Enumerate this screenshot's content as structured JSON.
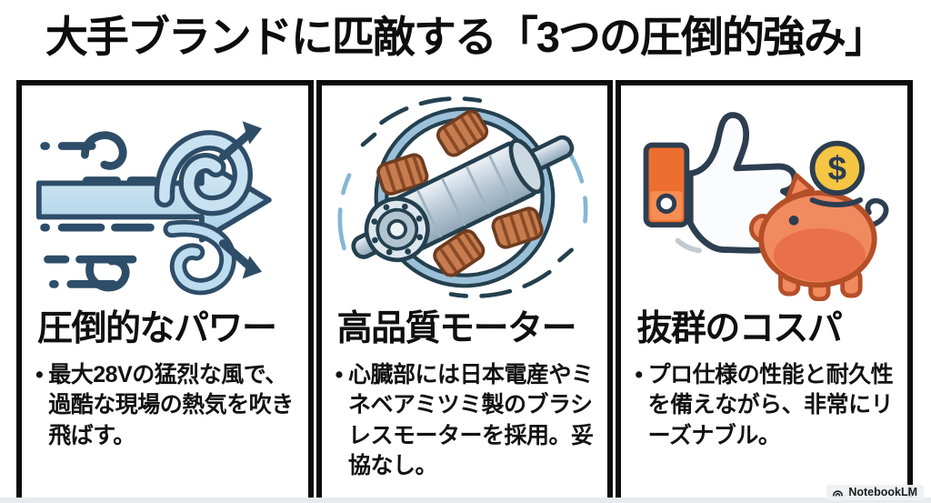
{
  "page": {
    "title": "大手ブランドに匹敵する「3つの圧倒的強み」",
    "watermark": "NotebookLM",
    "bullet_marker": "•"
  },
  "colors": {
    "ink": "#0d0d0d",
    "panel_border": "#0c0c0c",
    "wind_outline": "#2e4d68",
    "wind_fill_light": "#cde4f3",
    "wind_fill_deep": "#a9cfe6",
    "motor_outline": "#24404f",
    "motor_steel": "#b9c9d6",
    "motor_copper": "#c77c4f",
    "hand_outline": "#2d3e50",
    "sleeve_orange": "#ed6f2f",
    "pig_orange": "#f18a5e",
    "pig_outline": "#b44f28",
    "coin_gold": "#f5c544",
    "bottom_strip": "#e7eaee"
  },
  "panels": [
    {
      "id": "power",
      "icon": "wind-arrow-icon",
      "heading": "圧倒的なパワー",
      "bullet": "最大28Vの猛烈な風で、過酷な現場の熱気を吹き飛ばす。"
    },
    {
      "id": "motor",
      "icon": "brushless-motor-icon",
      "heading": "高品質モーター",
      "bullet": "心臓部には日本電産やミネベアミツミ製のブラシレスモーターを採用。妥協なし。"
    },
    {
      "id": "cospa",
      "icon": "thumbs-up-piggy-bank-icon",
      "heading": "抜群のコスパ",
      "bullet": "プロ仕様の性能と耐久性を備えながら、非常にリーズナブル。"
    }
  ]
}
